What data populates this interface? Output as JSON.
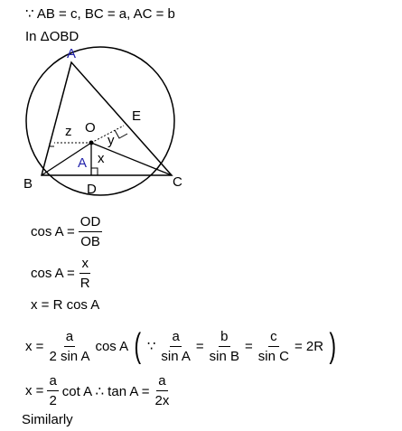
{
  "given": "∵ AB = c, BC = a, AC = b",
  "in_triangle": "In ΔOBD",
  "diagram": {
    "labels": {
      "A_top": "A",
      "O": "O",
      "E": "E",
      "z": "z",
      "y": "y",
      "A_inner": "A",
      "x": "x",
      "B": "B",
      "D": "D",
      "C": "C"
    },
    "colors": {
      "vertex_A": "#2222aa",
      "ink": "#000000"
    }
  },
  "eq1": {
    "lhs": "cos A =",
    "num": "OD",
    "den": "OB"
  },
  "eq2": {
    "lhs": "cos A =",
    "num": "x",
    "den": "R"
  },
  "eq3": "x = R cos A",
  "eq4": {
    "lhs": "x =",
    "f1_num": "a",
    "f1_den": "2 sin A",
    "after_f1": "cos A",
    "because": "∵",
    "f2_num": "a",
    "f2_den": "sin A",
    "eq": "=",
    "f3_num": "b",
    "f3_den": "sin B",
    "f4_num": "c",
    "f4_den": "sin C",
    "rhs": "= 2R"
  },
  "eq5": {
    "lhs": "x =",
    "f_num": "a",
    "f_den": "2",
    "mid": "cot A  ∴ tan A =",
    "g_num": "a",
    "g_den": "2x"
  },
  "similarly": "Similarly"
}
